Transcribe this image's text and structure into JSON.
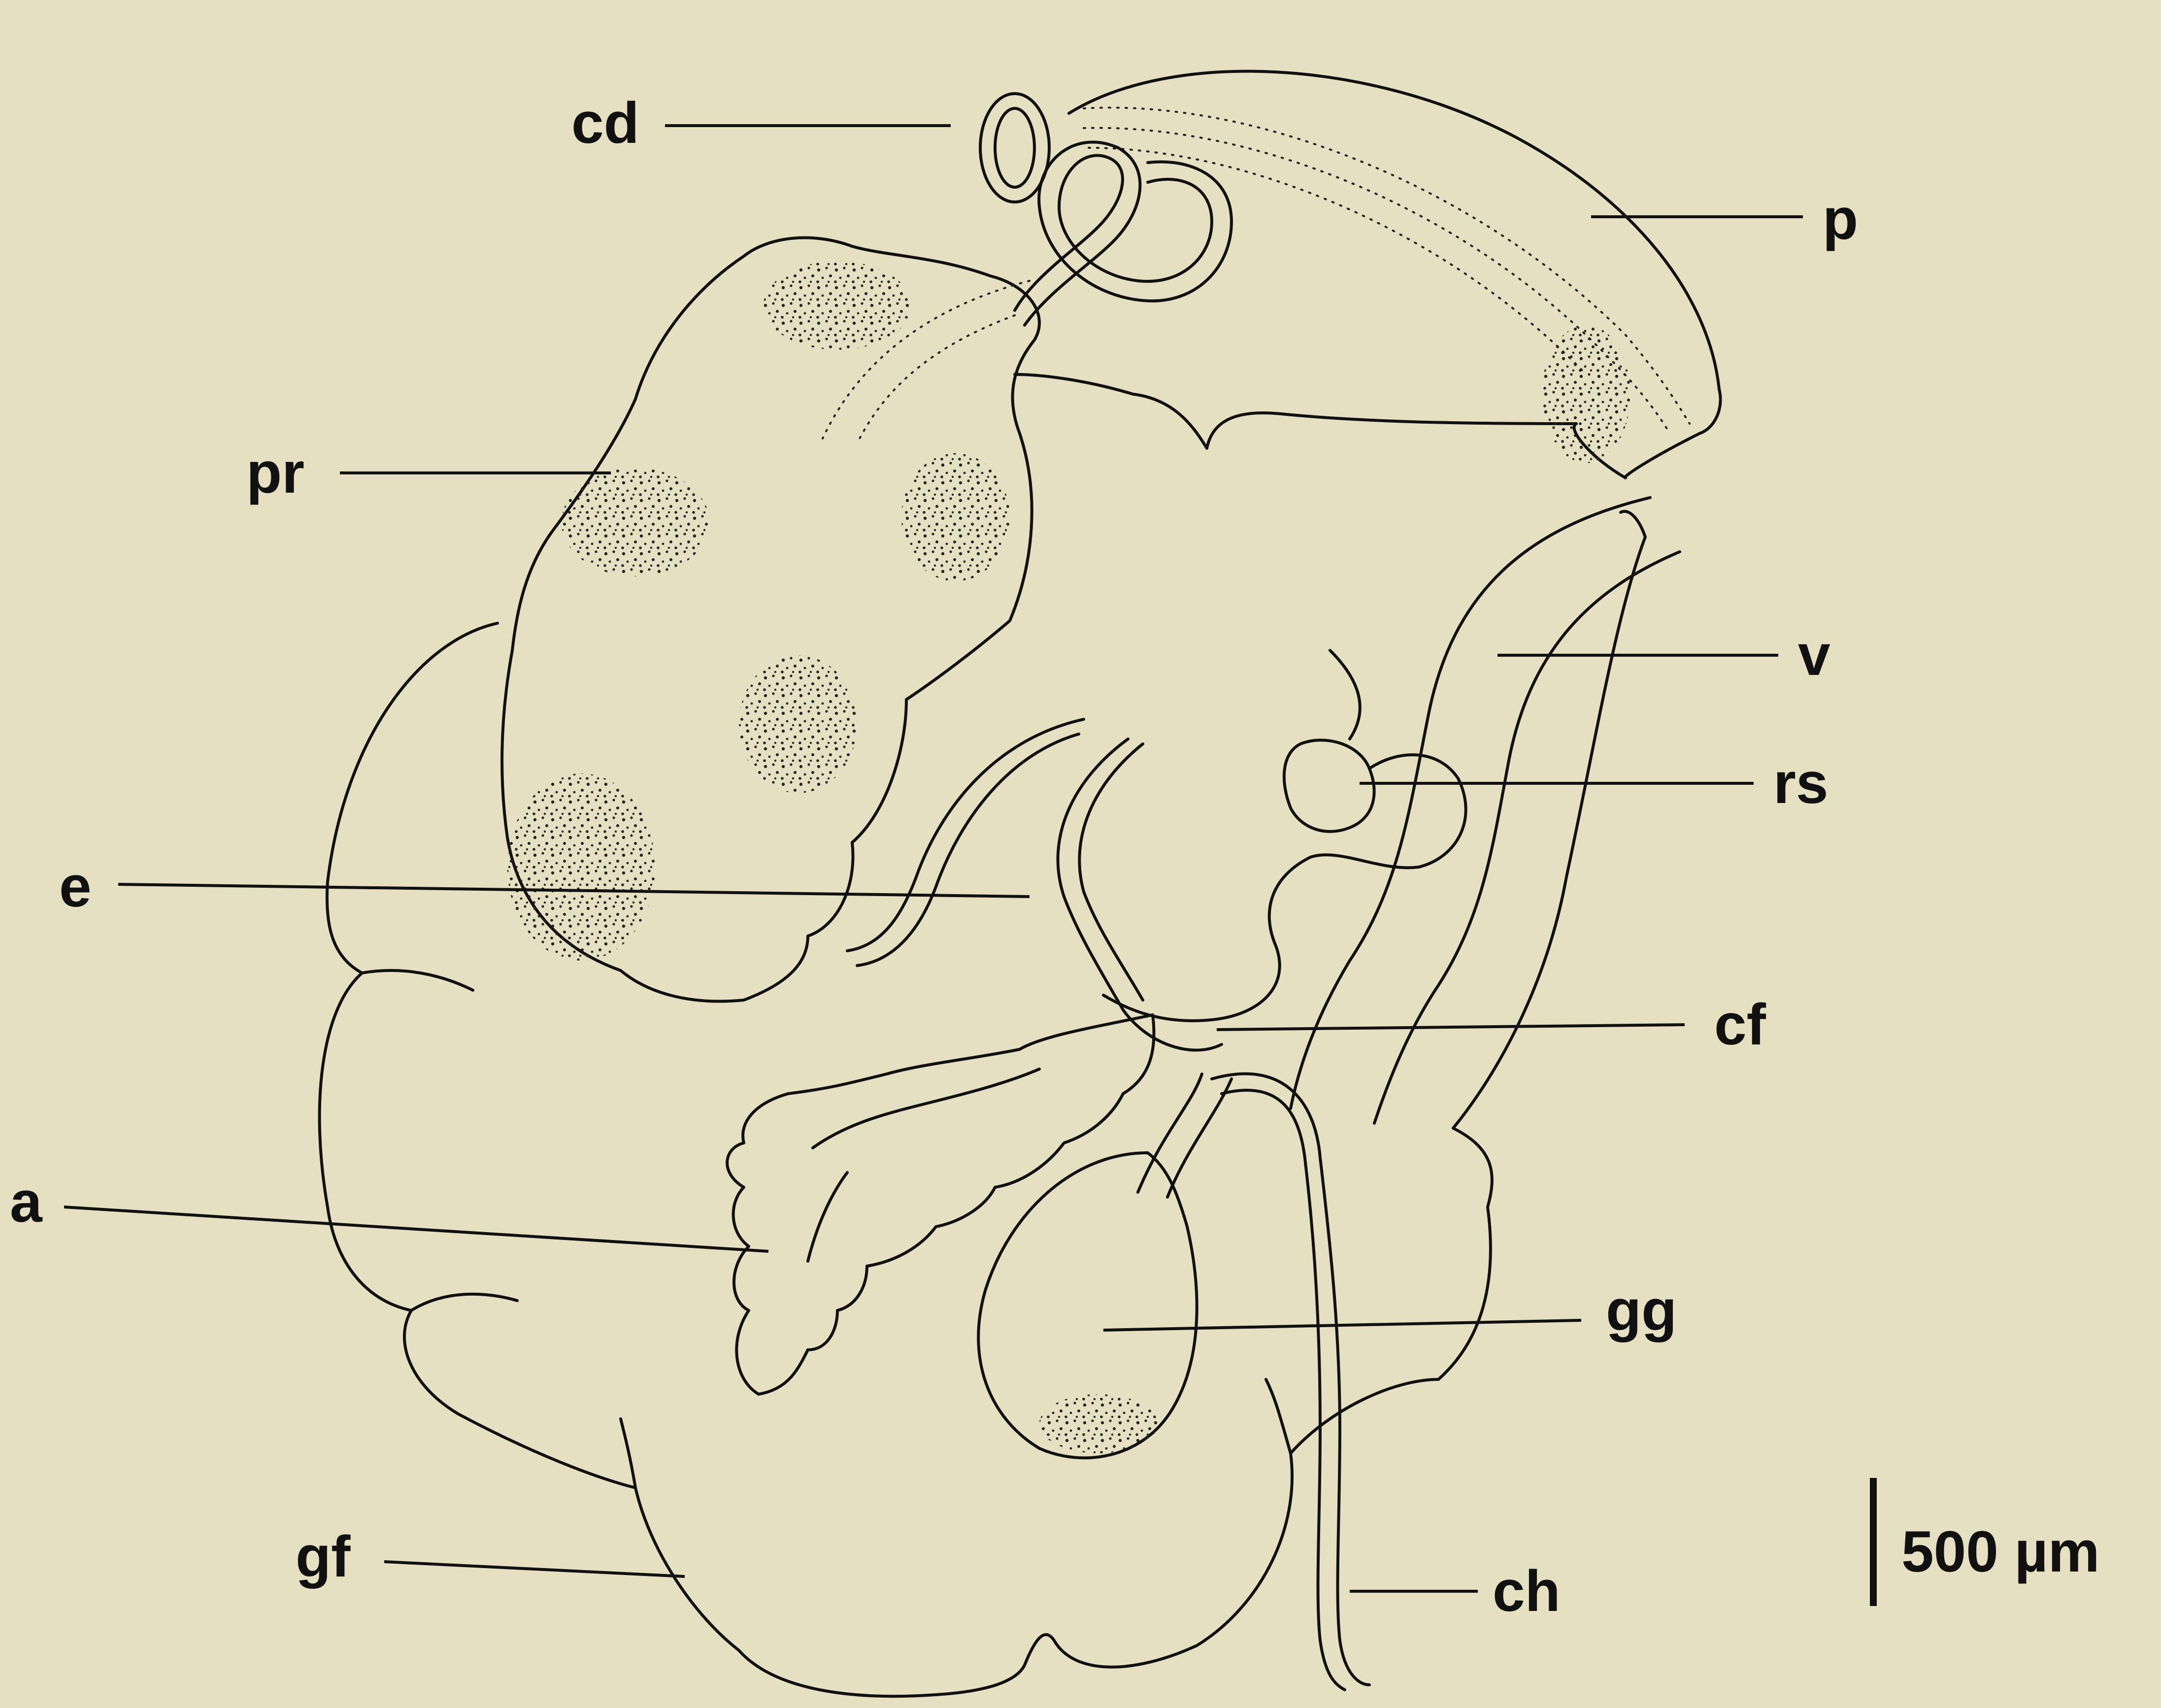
{
  "labels": {
    "cd": "cd",
    "p": "p",
    "pr": "pr",
    "v": "v",
    "rs": "rs",
    "e": "e",
    "cf": "cf",
    "a": "a",
    "gg": "gg",
    "gf": "gf",
    "ch": "ch"
  },
  "scale_bar": {
    "label": "500 µm"
  },
  "colors": {
    "background": "#e6e0c2",
    "ink": "#111111"
  }
}
